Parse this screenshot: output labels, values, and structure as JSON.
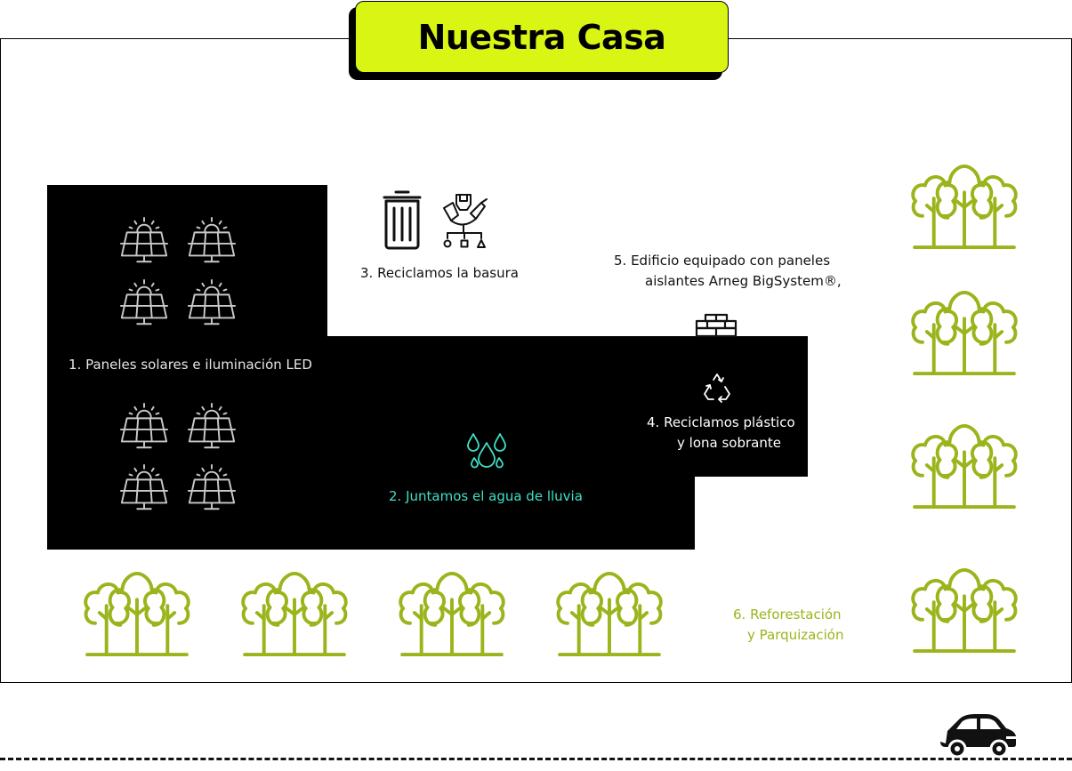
{
  "title": "Nuestra Casa",
  "colors": {
    "accent": "#d9f514",
    "tree": "#9ab51c",
    "rain_text": "#3fe0c6",
    "background": "#ffffff",
    "block": "#000000"
  },
  "labels": {
    "l1": "1. Paneles solares e iluminación LED",
    "l2": "2. Juntamos el agua de lluvia",
    "l3": "3. Reciclamos la basura",
    "l4_a": "4. Reciclamos plástico",
    "l4_b": "y lona sobrante",
    "l5_a": "5. Edificio equipado con paneles",
    "l5_b": "aislantes Arneg BigSystem®,",
    "l6_a": "6. Reforestación",
    "l6_b": "y Parquización"
  },
  "icons": {
    "solar": "solar-panel-icon",
    "rain": "water-drops-icon",
    "trash": "trash-can-icon",
    "sorting": "waste-sorting-icon",
    "recycle": "recycle-icon",
    "insulation": "brick-wall-icon",
    "trees": "trees-icon",
    "car": "car-icon"
  }
}
